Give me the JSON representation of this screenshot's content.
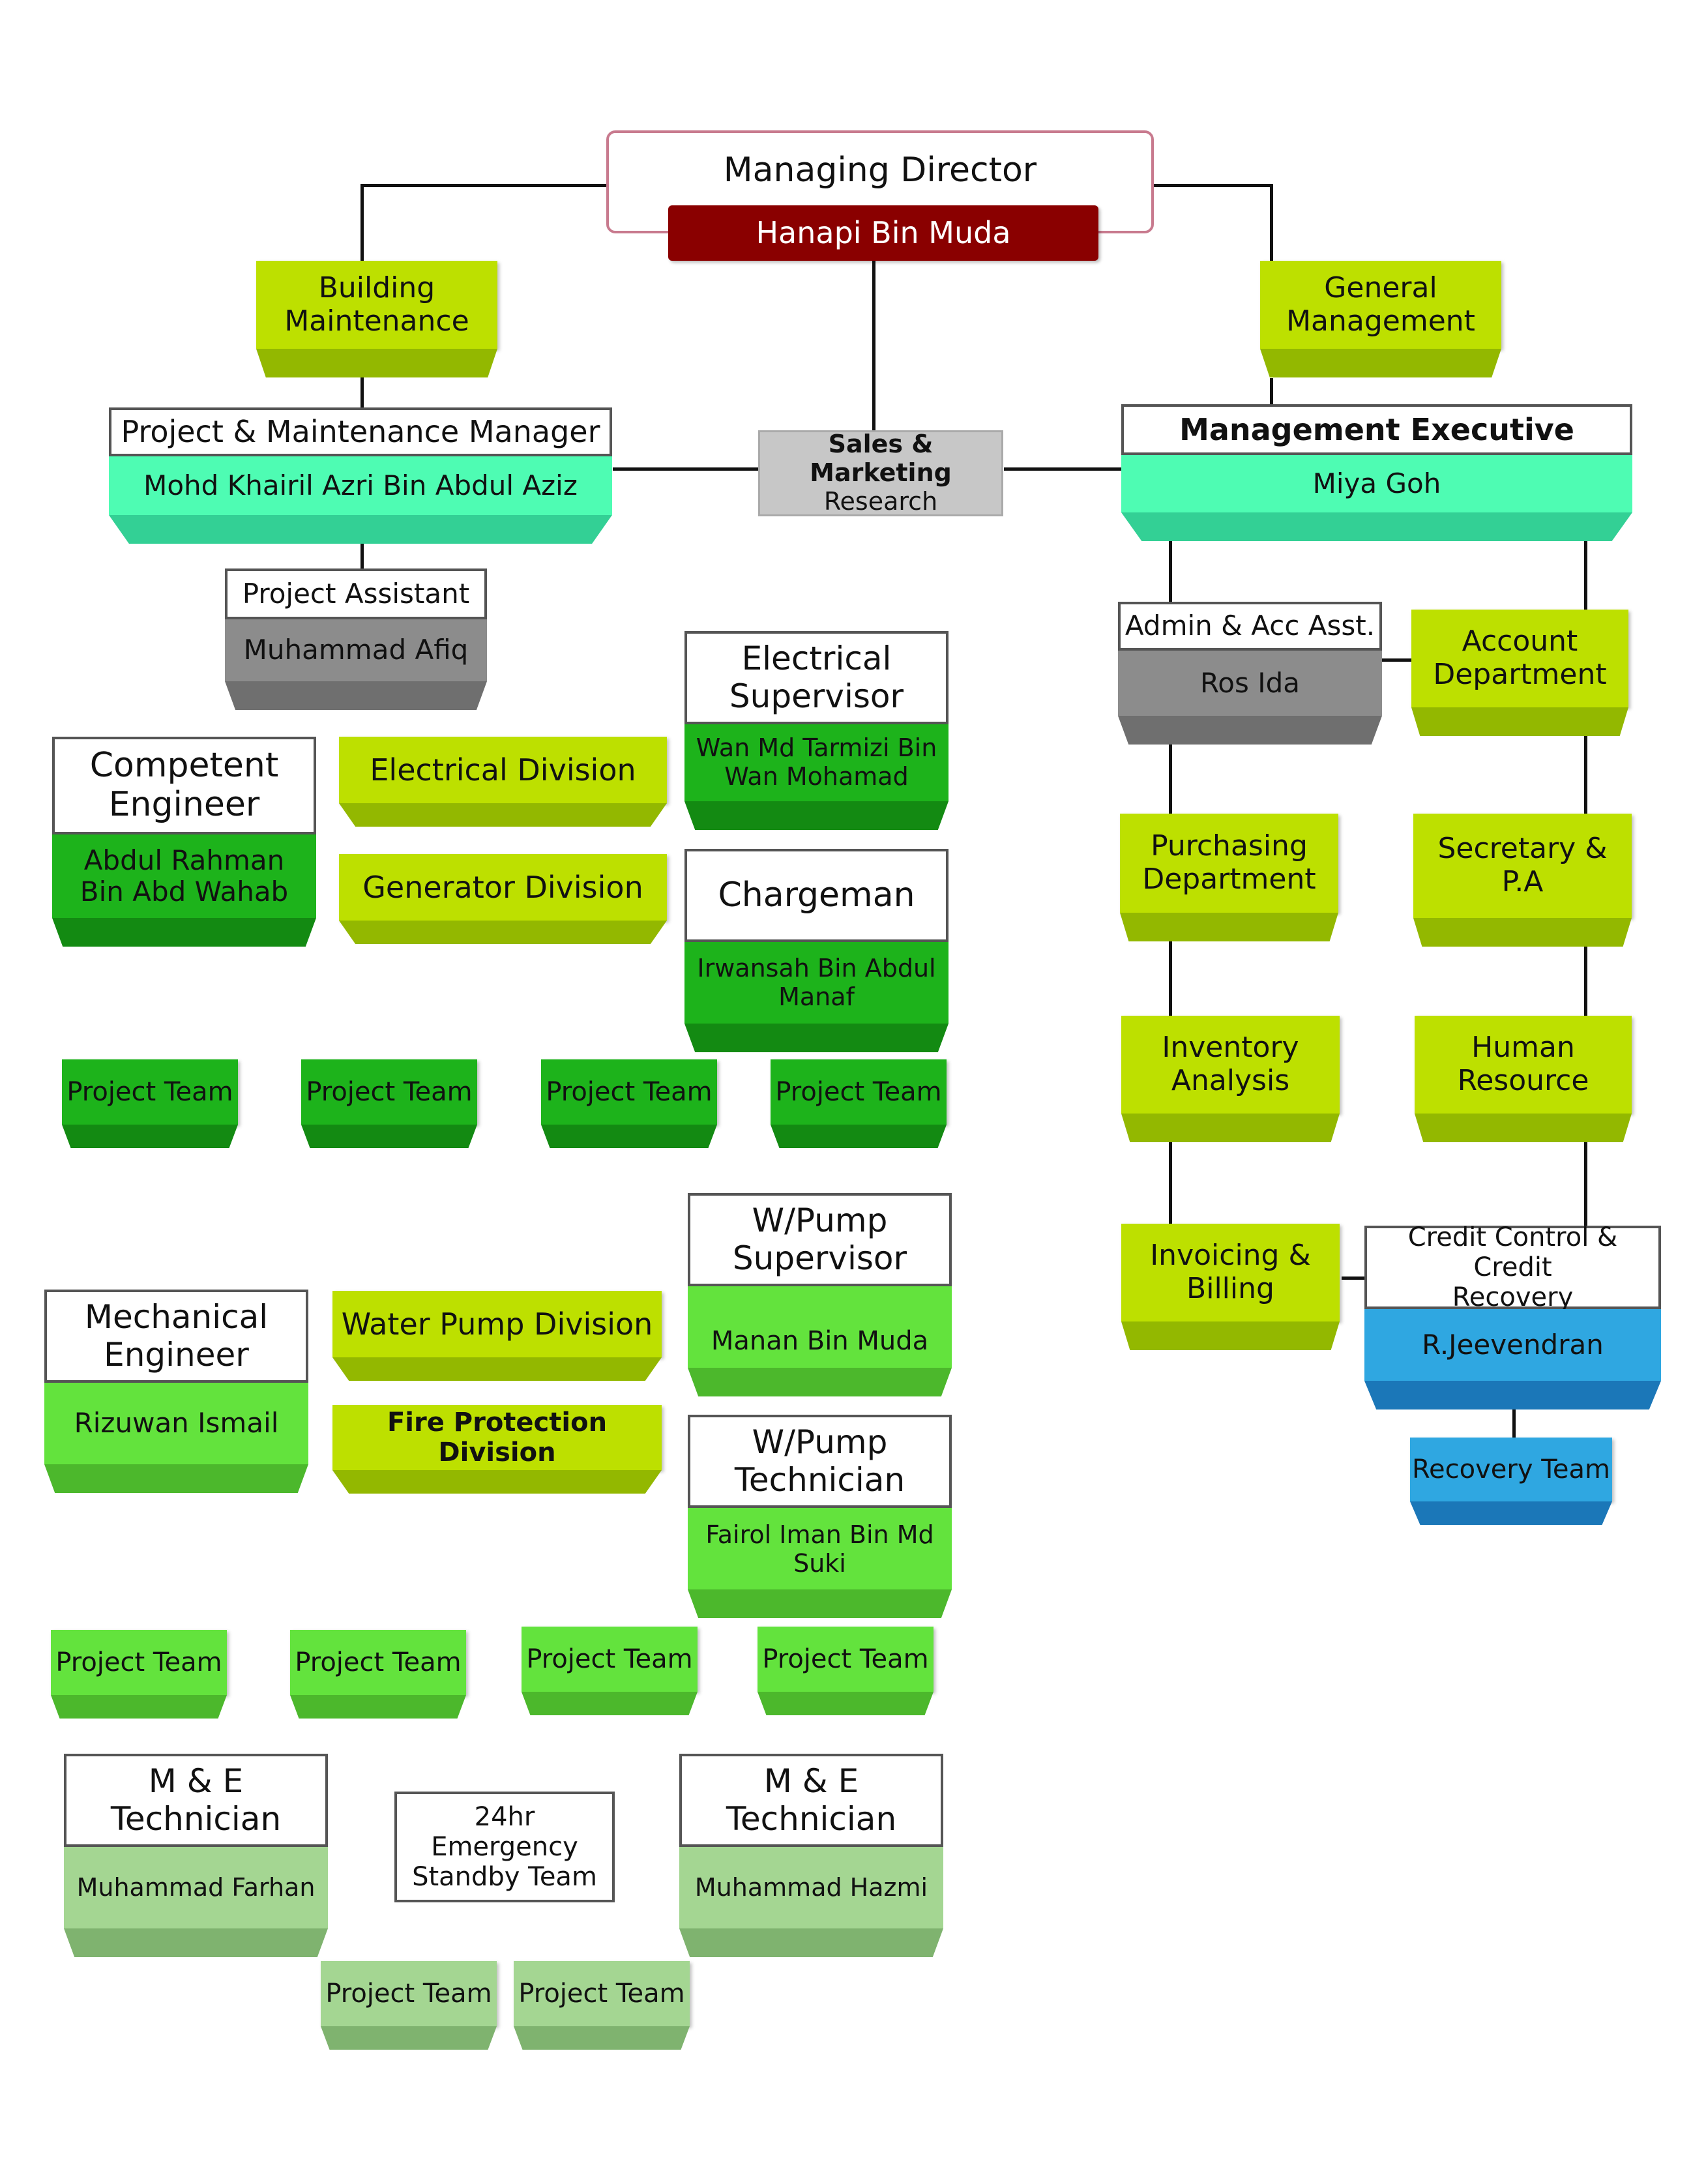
{
  "managing_director": {
    "title": "Managing Director",
    "name": "Hanapi Bin Muda"
  },
  "building_maintenance": "Building\nMaintenance",
  "general_management": "General\nManagement",
  "sales_marketing": {
    "title": "Sales & Marketing",
    "subtitle": "Research"
  },
  "pm_manager": {
    "title": "Project & Maintenance Manager",
    "name": "Mohd Khairil Azri Bin Abdul Aziz"
  },
  "management_executive": {
    "title": "Management Executive",
    "name": "Miya Goh"
  },
  "project_assistant": {
    "title": "Project Assistant",
    "name": "Muhammad Afiq"
  },
  "admin_acc": {
    "title": "Admin & Acc Asst.",
    "name": "Ros Ida"
  },
  "account_department": "Account\nDepartment",
  "electrical_supervisor": {
    "title": "Electrical\nSupervisor",
    "name": "Wan Md Tarmizi Bin\nWan Mohamad"
  },
  "competent_engineer": {
    "title": "Competent\nEngineer",
    "name": "Abdul Rahman\nBin Abd Wahab"
  },
  "electrical_division": "Electrical Division",
  "generator_division": "Generator Division",
  "chargeman": {
    "title": "Chargeman",
    "name": "Irwansah Bin Abdul\nManaf"
  },
  "purchasing_department": "Purchasing\nDepartment",
  "secretary_pa": "Secretary  &\nP.A",
  "inventory_analysis": "Inventory\nAnalysis",
  "human_resource": "Human\nResource",
  "project_team_label": "Project Team",
  "invoicing_billing": "Invoicing &\nBilling",
  "credit_control": {
    "title": "Credit Control & Credit\nRecovery",
    "name": "R.Jeevendran"
  },
  "recovery_team": "Recovery Team",
  "wpump_supervisor": {
    "title": "W/Pump\nSupervisor",
    "name": "Manan Bin Muda"
  },
  "mechanical_engineer": {
    "title": "Mechanical\nEngineer",
    "name": "Rizuwan Ismail"
  },
  "water_pump_division": "Water Pump Division",
  "fire_protection_division": "Fire  Protection Division",
  "wpump_technician": {
    "title": "W/Pump\nTechnician",
    "name": "Fairol Iman Bin Md\nSuki"
  },
  "me_technician_1": {
    "title": "M & E\nTechnician",
    "name": "Muhammad Farhan"
  },
  "emergency_team": "24hr\nEmergency\nStandby Team",
  "me_technician_2": {
    "title": "M & E\nTechnician",
    "name": "Muhammad Hazmi"
  }
}
